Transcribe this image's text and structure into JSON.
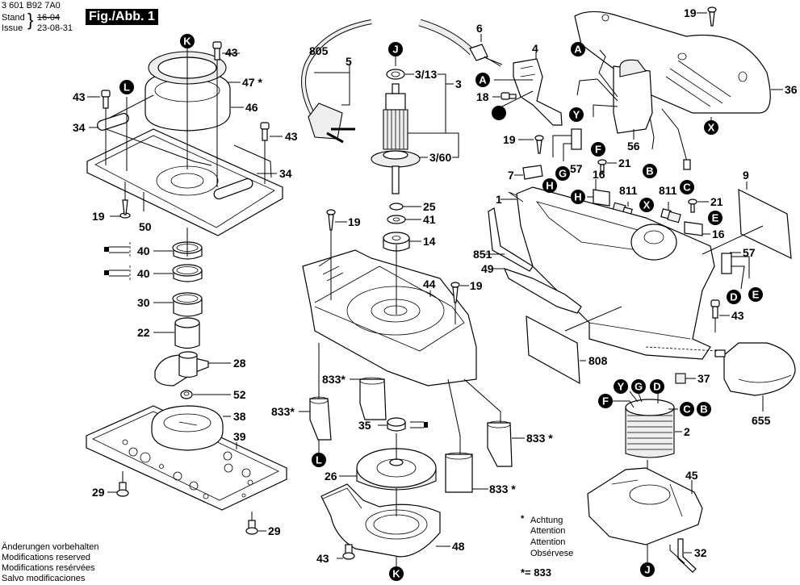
{
  "header": {
    "doc_number": "3 601 B92 7A0",
    "stand_label": "Stand",
    "issue_label": "Issue",
    "old_date": "16-04",
    "date": "23-08-31",
    "figure_title": "Fig./Abb. 1"
  },
  "footer": {
    "lines": [
      "Änderungen vorbehalten",
      "Modifications reserved",
      "Modifications resérvées",
      "Salvo modificaciones"
    ]
  },
  "note": {
    "marker": "*",
    "lines": [
      "Achtung",
      "Attention",
      "Attention",
      "Obsérvese"
    ],
    "equation": "*= 833"
  },
  "part_labels": {
    "p43a": "43",
    "p47": "47 *",
    "p46": "46",
    "p43b": "43",
    "p43c": "43",
    "p34a": "34",
    "p34b": "34",
    "p19a": "19",
    "p50": "50",
    "p40a": "40",
    "p40b": "40",
    "p30": "30",
    "p22": "22",
    "p28": "28",
    "p52": "52",
    "p38": "38",
    "p39": "39",
    "p29a": "29",
    "p29b": "29",
    "p833a": "833*",
    "p805": "805",
    "p5": "5",
    "p6": "6",
    "p313": "3/13",
    "p3": "3",
    "p360": "3/60",
    "p25": "25",
    "p41": "41",
    "p14": "14",
    "p19b": "19",
    "p19c": "19",
    "p44": "44",
    "p833b": "833*",
    "p35": "35",
    "p26": "26",
    "p833c": "833 *",
    "p833d": "833 *",
    "p43d": "43",
    "p48": "48",
    "p4": "4",
    "p18": "18",
    "p19d": "19",
    "p36": "36",
    "p56": "56",
    "p19e": "19",
    "p7": "7",
    "p57a": "57",
    "p16a": "16",
    "p21a": "21",
    "p1": "1",
    "p811a": "811",
    "p811b": "811",
    "p21b": "21",
    "p16b": "16",
    "p9": "9",
    "p57b": "57",
    "p851": "851",
    "p49": "49",
    "p43e": "43",
    "p808": "808",
    "p37": "37",
    "p655": "655",
    "p2": "2",
    "p45": "45",
    "p32": "32"
  },
  "callouts": {
    "K_top": "K",
    "L_top": "L",
    "J_top": "J",
    "A1": "A",
    "A2": "A",
    "Y1": "Y",
    "X1": "X",
    "F1": "F",
    "G1": "G",
    "H1": "H",
    "H2": "H",
    "B1": "B",
    "C1": "C",
    "X2": "X",
    "E1": "E",
    "D1": "D",
    "E2": "E",
    "L_bot": "L",
    "K_bot": "K",
    "J_bot": "J",
    "F2": "F",
    "Y2": "Y",
    "G2": "G",
    "D2": "D",
    "C2": "C",
    "B2": "B"
  }
}
